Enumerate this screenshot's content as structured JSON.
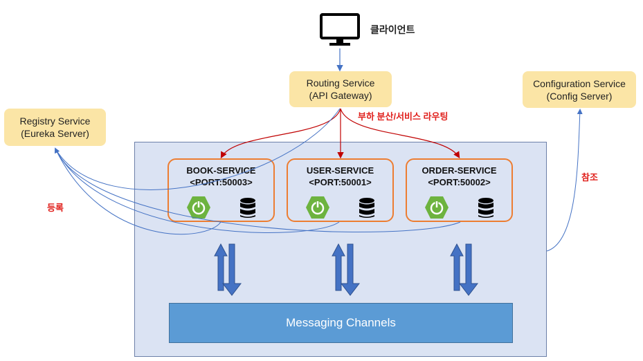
{
  "client": {
    "label": "클라이언트"
  },
  "routing": {
    "line1": "Routing Service",
    "line2": "(API Gateway)"
  },
  "registry": {
    "line1": "Registry Service",
    "line2": "(Eureka Server)"
  },
  "config": {
    "line1": "Configuration Service",
    "line2": "(Config Server)"
  },
  "labels": {
    "load_balance": "부하 분산/서비스 라우팅",
    "register": "등록",
    "reference": "참조"
  },
  "services": [
    {
      "name": "BOOK-SERVICE",
      "port": "<PORT:50003>"
    },
    {
      "name": "USER-SERVICE",
      "port": "<PORT:50001>"
    },
    {
      "name": "ORDER-SERVICE",
      "port": "<PORT:50002>"
    }
  ],
  "channel": {
    "label": "Messaging Channels"
  },
  "colors": {
    "box_yellow": "#fbe5a6",
    "container_bg": "#dbe3f3",
    "service_border": "#ed7d31",
    "channel_blue": "#5b9bd5",
    "arrow_blue": "#4472c4",
    "red": "#e0201c",
    "spring_green": "#6db33f"
  }
}
